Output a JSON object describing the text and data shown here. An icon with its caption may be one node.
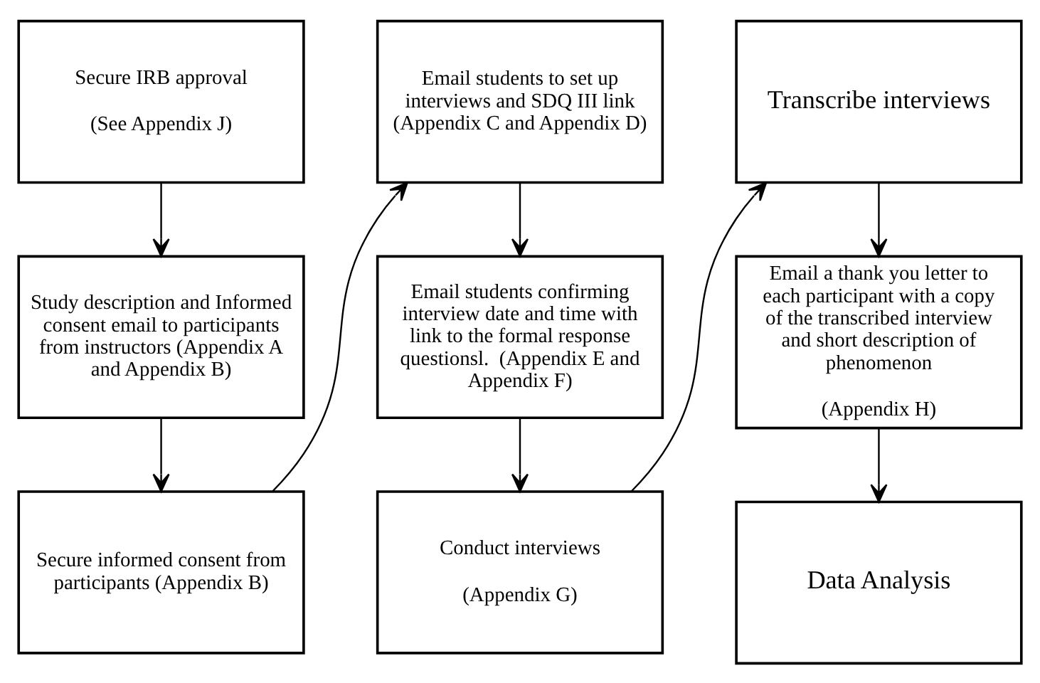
{
  "diagram": {
    "nodes": [
      {
        "text": [
          "Secure IRB approval",
          "(See Appendix J)"
        ]
      },
      {
        "text": [
          "Study description and Informed consent email to participants from instructors (Appendix A and Appendix B)"
        ]
      },
      {
        "text": [
          "Secure informed consent from participants (Appendix B)"
        ]
      },
      {
        "text": [
          "Email students to set up interviews and SDQ III link (Appendix C and Appendix D)"
        ]
      },
      {
        "text": [
          "Email students confirming interview date and time with link to the formal response questionsl.  (Appendix E and Appendix F)"
        ]
      },
      {
        "text": [
          "Conduct interviews",
          "(Appendix G)"
        ]
      },
      {
        "text": [
          "Transcribe interviews"
        ]
      },
      {
        "text": [
          "Email a thank you letter to each participant with a copy of the transcribed interview and short description of phenomenon",
          "(Appendix H)"
        ]
      },
      {
        "text": [
          "Data Analysis"
        ]
      }
    ],
    "edges": [
      {
        "from": 0,
        "to": 1,
        "arrow": "to"
      },
      {
        "from": 1,
        "to": 2,
        "arrow": "to"
      },
      {
        "from": 2,
        "to": 3,
        "arrow": "to"
      },
      {
        "from": 3,
        "to": 4,
        "arrow": "to"
      },
      {
        "from": 4,
        "to": 5,
        "arrow": "to"
      },
      {
        "from": 5,
        "to": 6,
        "arrow": "to"
      },
      {
        "from": 6,
        "to": 7,
        "arrow": "to"
      },
      {
        "from": 7,
        "to": 8,
        "arrow": "to"
      }
    ]
  }
}
